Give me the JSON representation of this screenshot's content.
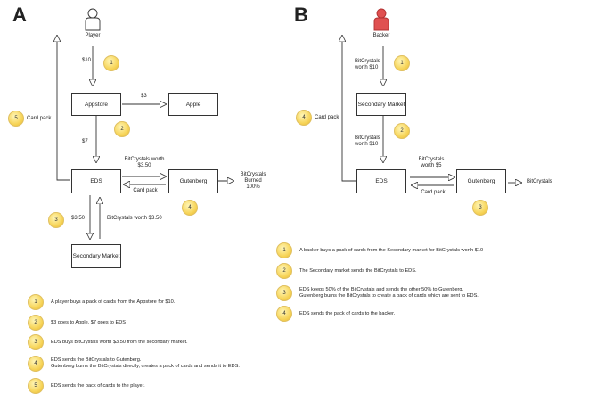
{
  "panel_a": {
    "letter": "A",
    "actor": "Player",
    "boxes": {
      "appstore": "Appstore",
      "apple": "Apple",
      "eds": "EDS",
      "gutenberg": "Gutenberg",
      "secondary": "Secondary Market"
    },
    "labels": {
      "ten": "$10",
      "three": "$3",
      "seven": "$7",
      "bc_worth_l1": "BitCrystals worth",
      "bc_worth_l2": "$3.50",
      "card_pack_small": "Card pack",
      "burned_l1": "BitCrystals",
      "burned_l2": "Burned",
      "burned_l3": "100%",
      "three_fifty": "$3.50",
      "bc_worth_350": "BitCrystals worth $3.50",
      "card_pack_side": "Card pack"
    },
    "badges": [
      "1",
      "2",
      "3",
      "4",
      "5"
    ],
    "legend": [
      {
        "num": "1",
        "text": "A player buys a pack of cards from the Appstore for $10."
      },
      {
        "num": "2",
        "text": "$3 goes to Apple, $7 goes to EDS"
      },
      {
        "num": "3",
        "text": "EDS buys BitCrystals worth $3.50 from the secondary market."
      },
      {
        "num": "4",
        "line1": "EDS sends the BitCrystals to Gutenberg.",
        "line2": "Gutenberg burns the BitCrystals directly, creates a pack of cards and sends it to EDS."
      },
      {
        "num": "5",
        "text": "EDS sends the pack of cards to the player."
      }
    ]
  },
  "panel_b": {
    "letter": "B",
    "actor": "Backer",
    "boxes": {
      "secondary": "Secondary Market",
      "eds": "EDS",
      "gutenberg": "Gutenberg"
    },
    "labels": {
      "bc10_top_l1": "BitCrystals",
      "bc10_top_l2": "worth $10",
      "bc10_mid_l1": "BitCrystals",
      "bc10_mid_l2": "worth $10",
      "bc5_l1": "BitCrystals",
      "bc5_l2": "worth $5",
      "card_pack_small": "Card pack",
      "bitcrystals_out": "BitCrystals",
      "card_pack_side": "Card pack"
    },
    "badges": [
      "1",
      "2",
      "3",
      "4"
    ],
    "legend": [
      {
        "num": "1",
        "text": "A backer buys a pack of cards from the Secondary market for BitCrystals worth $10"
      },
      {
        "num": "2",
        "text": "The Secondary market sends the BitCrystals to EDS."
      },
      {
        "num": "3",
        "line1": "EDS keeps 50% of the BitCrystals and sends the other 50% to Gutenberg.",
        "line2": "Gutenberg burns the BitCrystals to create a pack of cards which are sent to EDS."
      },
      {
        "num": "4",
        "text": "EDS sends the pack of cards to the backer."
      }
    ]
  },
  "colors": {
    "player_icon": "#ffffff",
    "backer_icon": "#e05050",
    "badge": "#f7d55a"
  },
  "icons": {
    "player": "person-outline-icon",
    "backer": "person-red-icon"
  }
}
